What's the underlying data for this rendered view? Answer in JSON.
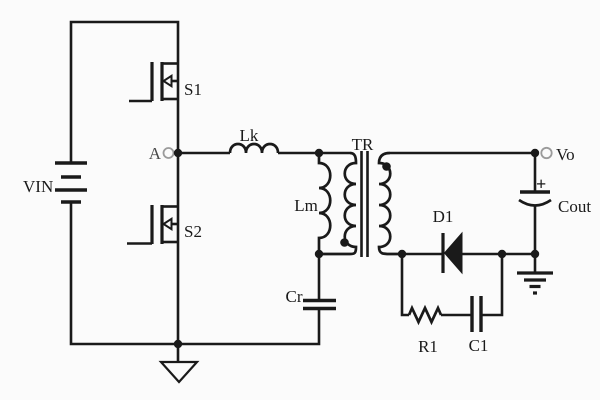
{
  "schematic": {
    "colors": {
      "line": "#1a1a1a",
      "terminal_ring": "#9b9b9b",
      "background": "#fbfbfb"
    },
    "labels": {
      "input_source": "VIN",
      "node_a": "A",
      "switch_high": "S1",
      "switch_low": "S2",
      "series_inductor": "Lk",
      "magnetizing_inductor": "Lm",
      "transformer": "TR",
      "resonant_capacitor": "Cr",
      "diode": "D1",
      "snubber_resistor": "R1",
      "snubber_capacitor": "C1",
      "output_capacitor": "Cout",
      "output_terminal": "Vo",
      "output_polarity": "+"
    }
  }
}
